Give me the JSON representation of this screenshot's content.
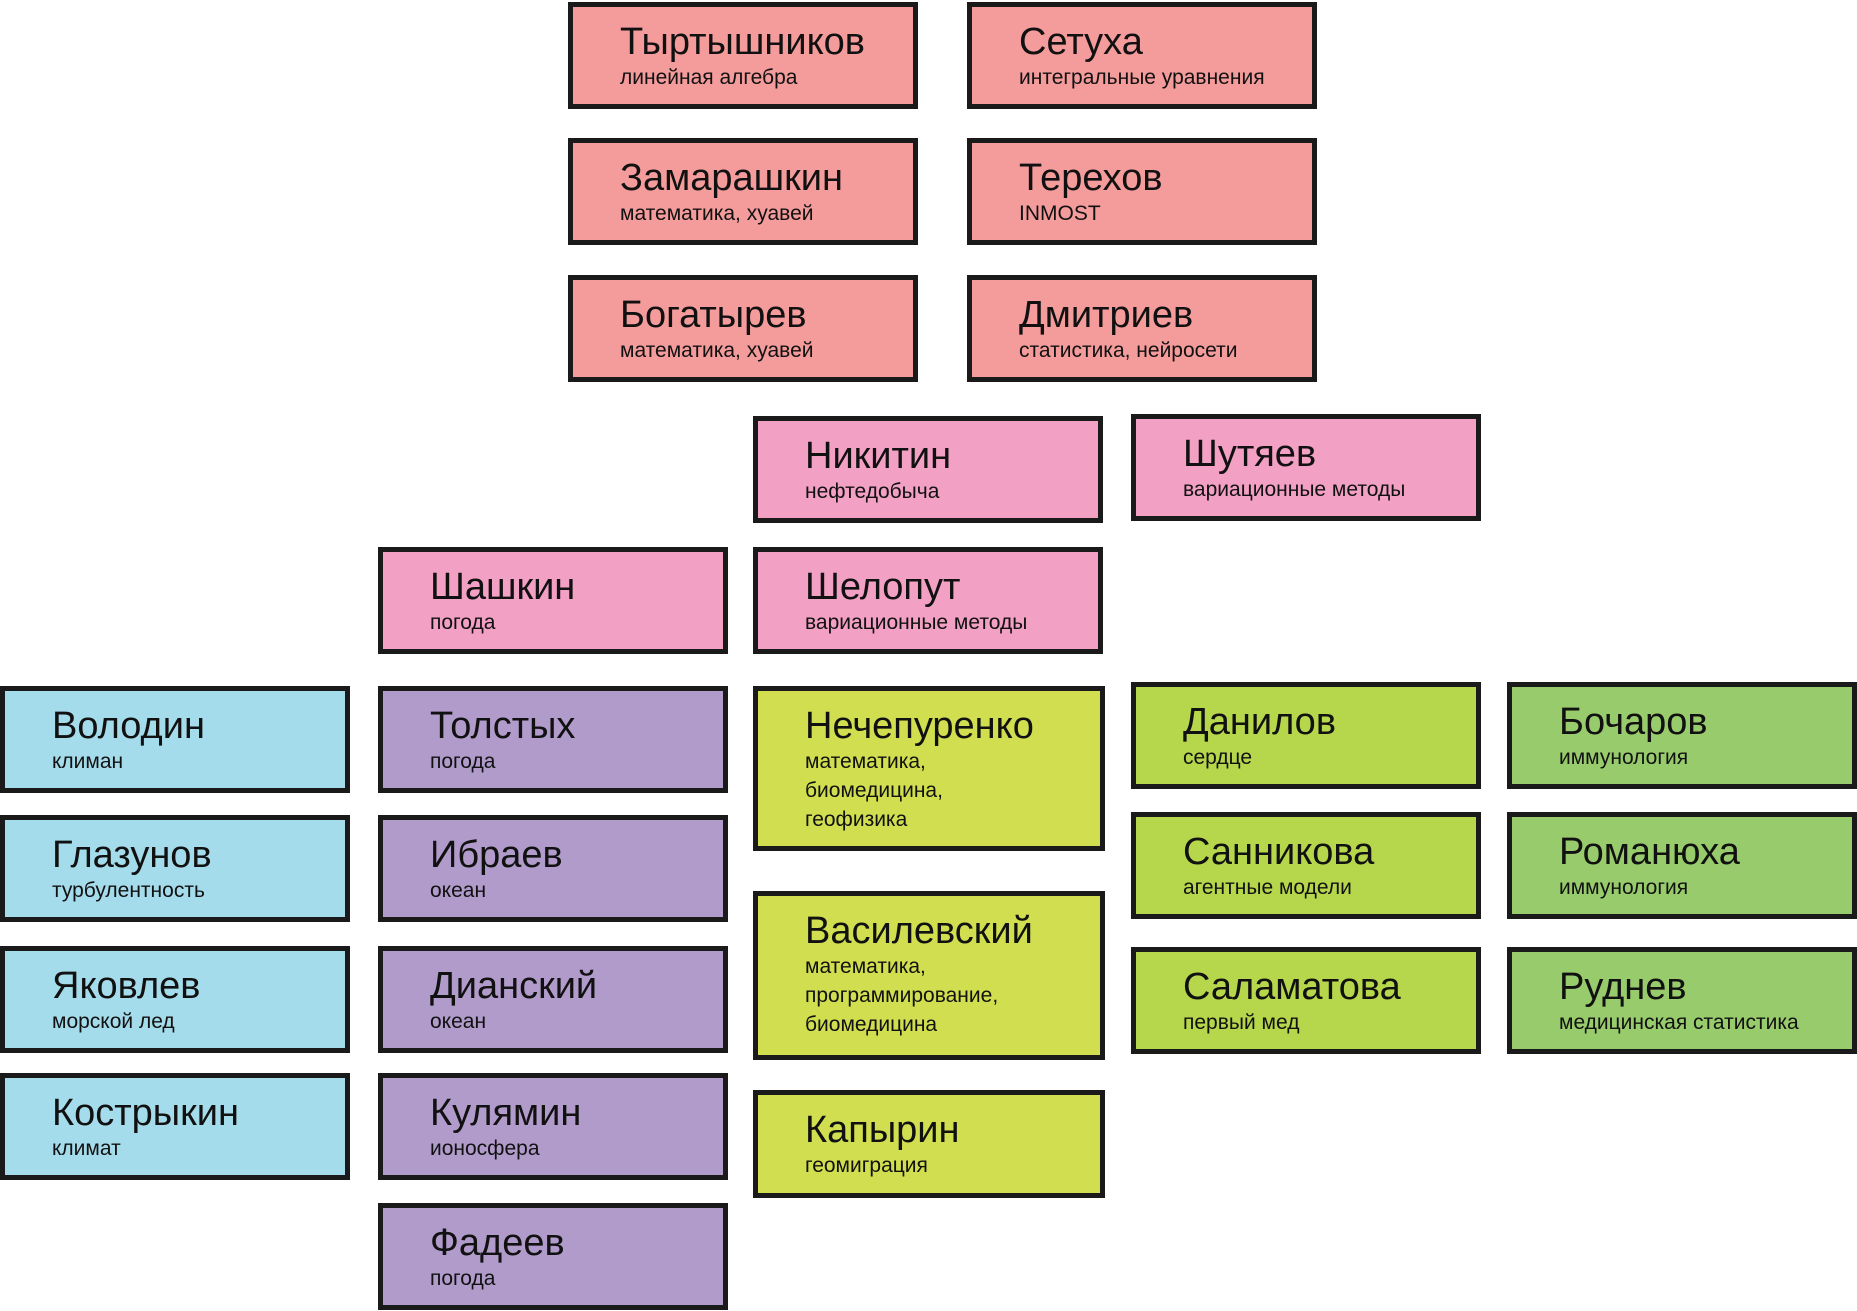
{
  "groups": {
    "red": {
      "color": "#f49b9b",
      "cards": [
        {
          "name": "Тыртышников",
          "topic": "линейная алгебра"
        },
        {
          "name": "Замарашкин",
          "topic": "математика, хуавей"
        },
        {
          "name": "Богатырев",
          "topic": "математика, хуавей"
        },
        {
          "name": "Сетуха",
          "topic": "интегральные уравнения"
        },
        {
          "name": "Терехов",
          "topic": "INMOST"
        },
        {
          "name": "Дмитриев",
          "topic": "статистика, нейросети"
        }
      ]
    },
    "pink": {
      "color": "#f2a0c4",
      "cards": [
        {
          "name": "Никитин",
          "topic": "нефтедобыча"
        },
        {
          "name": "Шутяев",
          "topic": "вариационные методы"
        },
        {
          "name": "Шашкин",
          "topic": "погода"
        },
        {
          "name": "Шелопут",
          "topic": "вариационные методы"
        }
      ]
    },
    "blue": {
      "color": "#a5dceb",
      "cards": [
        {
          "name": "Володин",
          "topic": "климан"
        },
        {
          "name": "Глазунов",
          "topic": "турбулентность"
        },
        {
          "name": "Яковлев",
          "topic": "морской лед"
        },
        {
          "name": "Кострыкин",
          "topic": "климат"
        }
      ]
    },
    "purple": {
      "color": "#b19bcb",
      "cards": [
        {
          "name": "Толстых",
          "topic": "погода"
        },
        {
          "name": "Ибраев",
          "topic": "океан"
        },
        {
          "name": "Дианский",
          "topic": "океан"
        },
        {
          "name": "Кулямин",
          "topic": "ионосфера"
        },
        {
          "name": "Фадеев",
          "topic": "погода"
        }
      ]
    },
    "lime": {
      "color": "#d0de4f",
      "cards": [
        {
          "name": "Нечепуренко",
          "topic": "математика,\nбиомедицина,\nгеофизика"
        },
        {
          "name": "Василевский",
          "topic": "математика,\nпрограммирование,\nбиомедицина"
        },
        {
          "name": "Капырин",
          "topic": "геомиграция"
        }
      ]
    },
    "light_green": {
      "color": "#b6d64c",
      "cards": [
        {
          "name": "Данилов",
          "topic": "сердце"
        },
        {
          "name": "Санникова",
          "topic": "агентные модели"
        },
        {
          "name": "Саламатова",
          "topic": "первый мед"
        }
      ]
    },
    "green": {
      "color": "#98cb6c",
      "cards": [
        {
          "name": "Бочаров",
          "topic": "иммунология"
        },
        {
          "name": "Романюха",
          "topic": "иммунология"
        },
        {
          "name": "Руднев",
          "topic": "медицинская статистика"
        }
      ]
    }
  }
}
